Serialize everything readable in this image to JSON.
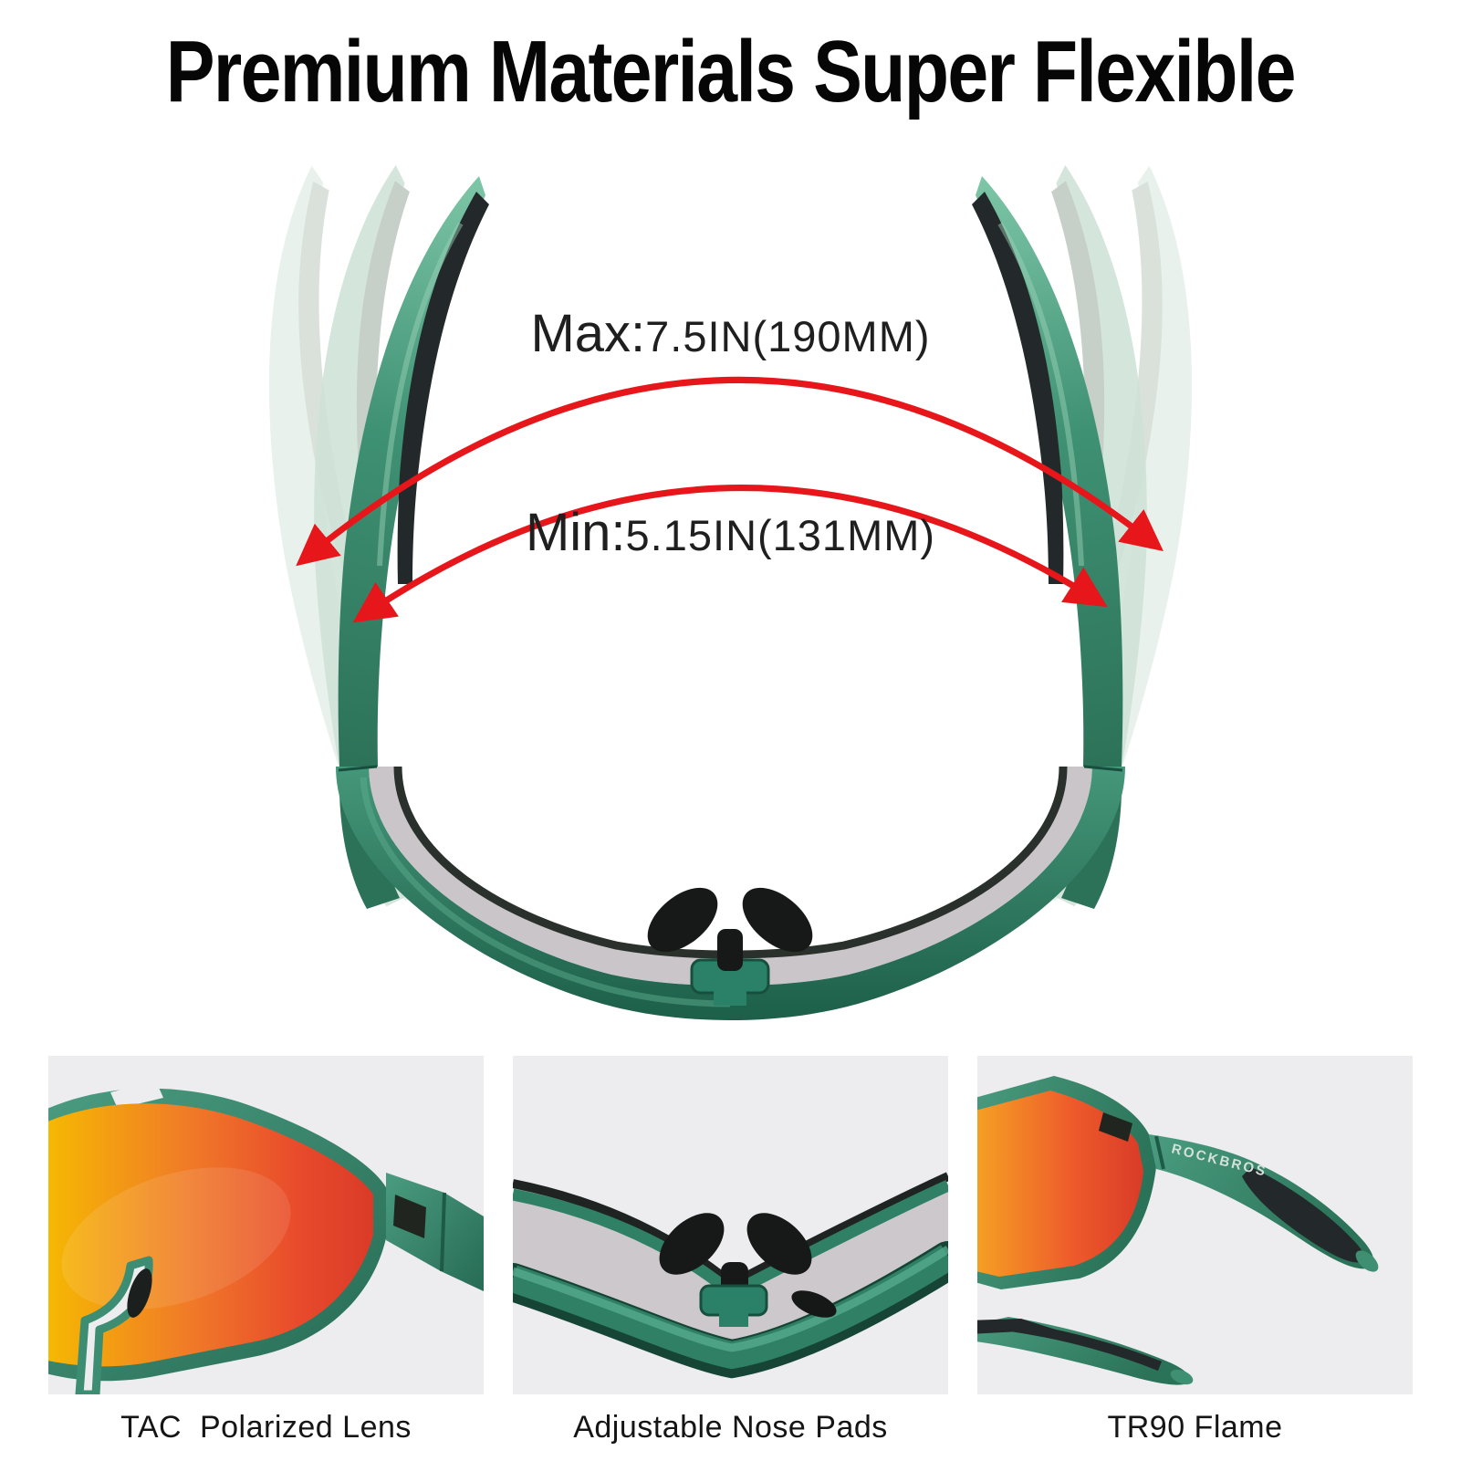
{
  "title": "Premium Materials Super Flexible",
  "hero": {
    "max": {
      "prefix": "Max:",
      "value": "7.5IN(190MM)"
    },
    "min": {
      "prefix": "Min:",
      "value": "5.15IN(131MM)"
    },
    "colors": {
      "arrow_red": "#e7161b",
      "frame_green": "#2f8065",
      "frame_green_dark": "#1d5f49",
      "ghost_green_light": "#e3eee7",
      "ghost_green_mid": "#cfe3d8",
      "lens_gray": "#cac5c9",
      "rubber_black": "#23292a",
      "mirror_lens_orange": "#f07a28"
    }
  },
  "panels": [
    {
      "caption": "TAC  Polarized Lens"
    },
    {
      "caption": "Adjustable Nose Pads"
    },
    {
      "caption": "TR90 Flame",
      "brand": "ROCKBROS"
    }
  ],
  "panel_background": "#ededf0"
}
